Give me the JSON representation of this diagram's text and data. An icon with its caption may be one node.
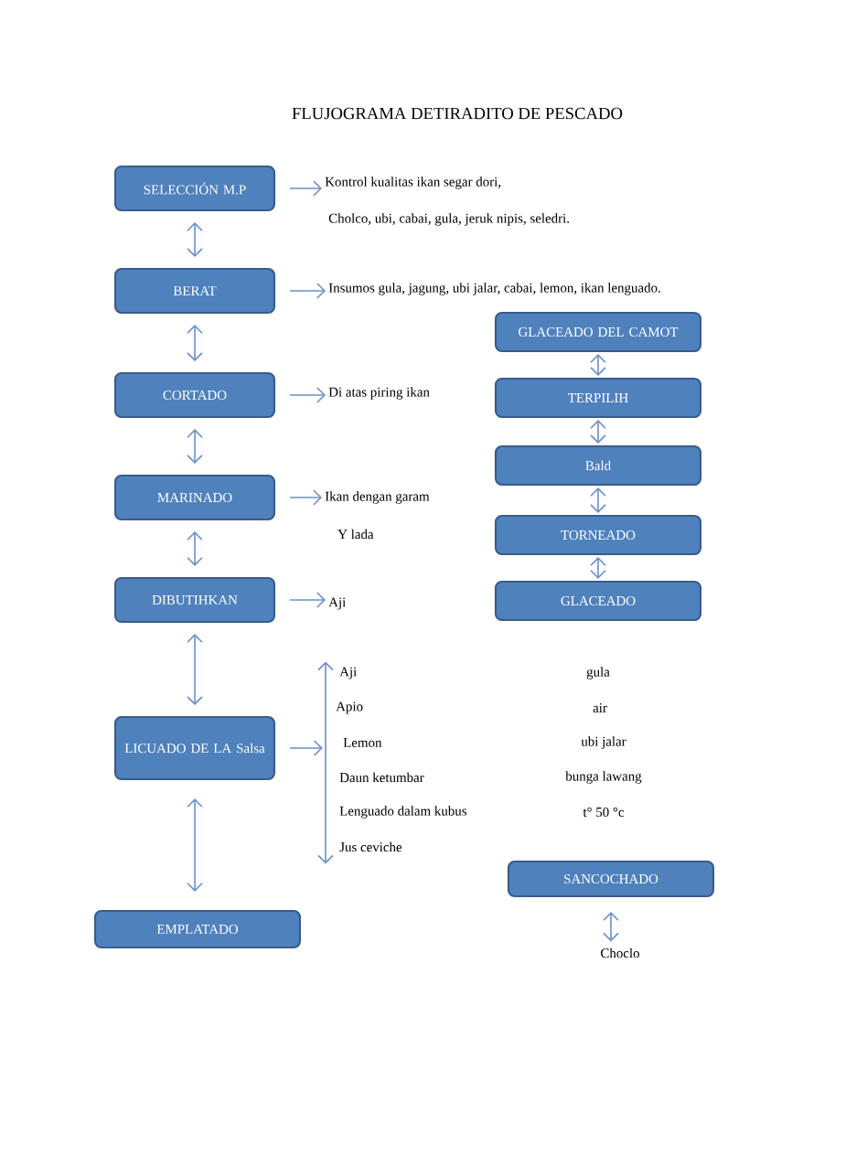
{
  "diagram": {
    "title": "FLUJOGRAMA DETIRADITO DE PESCADO",
    "nodes": [
      {
        "text": [
          "SELECCIÓN M.P"
        ]
      },
      {
        "text": [
          "Kontrol kualitas ikan segar dori,"
        ]
      },
      {
        "text": [
          "BERAT"
        ]
      },
      {
        "text": [
          "Insumos gula, jagung, ubi jalar, cabai, lemon, ikan lenguado."
        ]
      },
      {
        "text": [
          "CORTADO"
        ]
      },
      {
        "text": [
          "Di atas piring ikan"
        ]
      },
      {
        "text": [
          "MARINADO"
        ]
      },
      {
        "text": [
          "Ikan dengan garam"
        ]
      },
      {
        "text": [
          "DIBUTIHKAN"
        ]
      },
      {
        "text": [
          "Aji"
        ]
      },
      {
        "text": [
          "LICUADO DE LA Salsa"
        ]
      },
      {
        "text": [
          "EMPLATADO"
        ]
      },
      {
        "text": [
          "GLACEADO DEL CAMOT"
        ]
      },
      {
        "text": [
          "TERPILIH"
        ]
      },
      {
        "text": [
          "Bald"
        ]
      },
      {
        "text": [
          "TORNEADO"
        ]
      },
      {
        "text": [
          "GLACEADO"
        ]
      },
      {
        "text": [
          "SANCOCHADO"
        ]
      },
      {
        "text": [
          "Choclo"
        ]
      },
      {
        "text": [],
        "shape": "bar"
      }
    ],
    "edges": [
      {
        "from": 0,
        "to": 2,
        "arrow": "both"
      },
      {
        "from": 2,
        "to": 4,
        "arrow": "both"
      },
      {
        "from": 4,
        "to": 6,
        "arrow": "both"
      },
      {
        "from": 6,
        "to": 8,
        "arrow": "both"
      },
      {
        "from": 8,
        "to": 10,
        "arrow": "both"
      },
      {
        "from": 10,
        "to": 11,
        "arrow": "both"
      },
      {
        "from": 0,
        "to": 1,
        "arrow": "to"
      },
      {
        "from": 2,
        "to": 3,
        "arrow": "to"
      },
      {
        "from": 4,
        "to": 5,
        "arrow": "to"
      },
      {
        "from": 6,
        "to": 7,
        "arrow": "to"
      },
      {
        "from": 8,
        "to": 9,
        "arrow": "to"
      },
      {
        "from": 10,
        "to": 19,
        "arrow": "to"
      },
      {
        "from": 12,
        "to": 13,
        "arrow": "both"
      },
      {
        "from": 13,
        "to": 14,
        "arrow": "both"
      },
      {
        "from": 14,
        "to": 15,
        "arrow": "both"
      },
      {
        "from": 15,
        "to": 16,
        "arrow": "both"
      },
      {
        "from": 17,
        "to": 18,
        "arrow": "both"
      }
    ],
    "labels": [
      "Cholco, ubi, cabai, gula, jeruk nipis, seledri.",
      "Y lada",
      "Aji",
      "gula",
      "Apio",
      "air",
      "Lemon",
      "ubi jalar",
      "Daun ketumbar",
      "bunga lawang",
      "Lenguado dalam kubus",
      "t° 50 °c",
      "Jus ceviche"
    ]
  }
}
